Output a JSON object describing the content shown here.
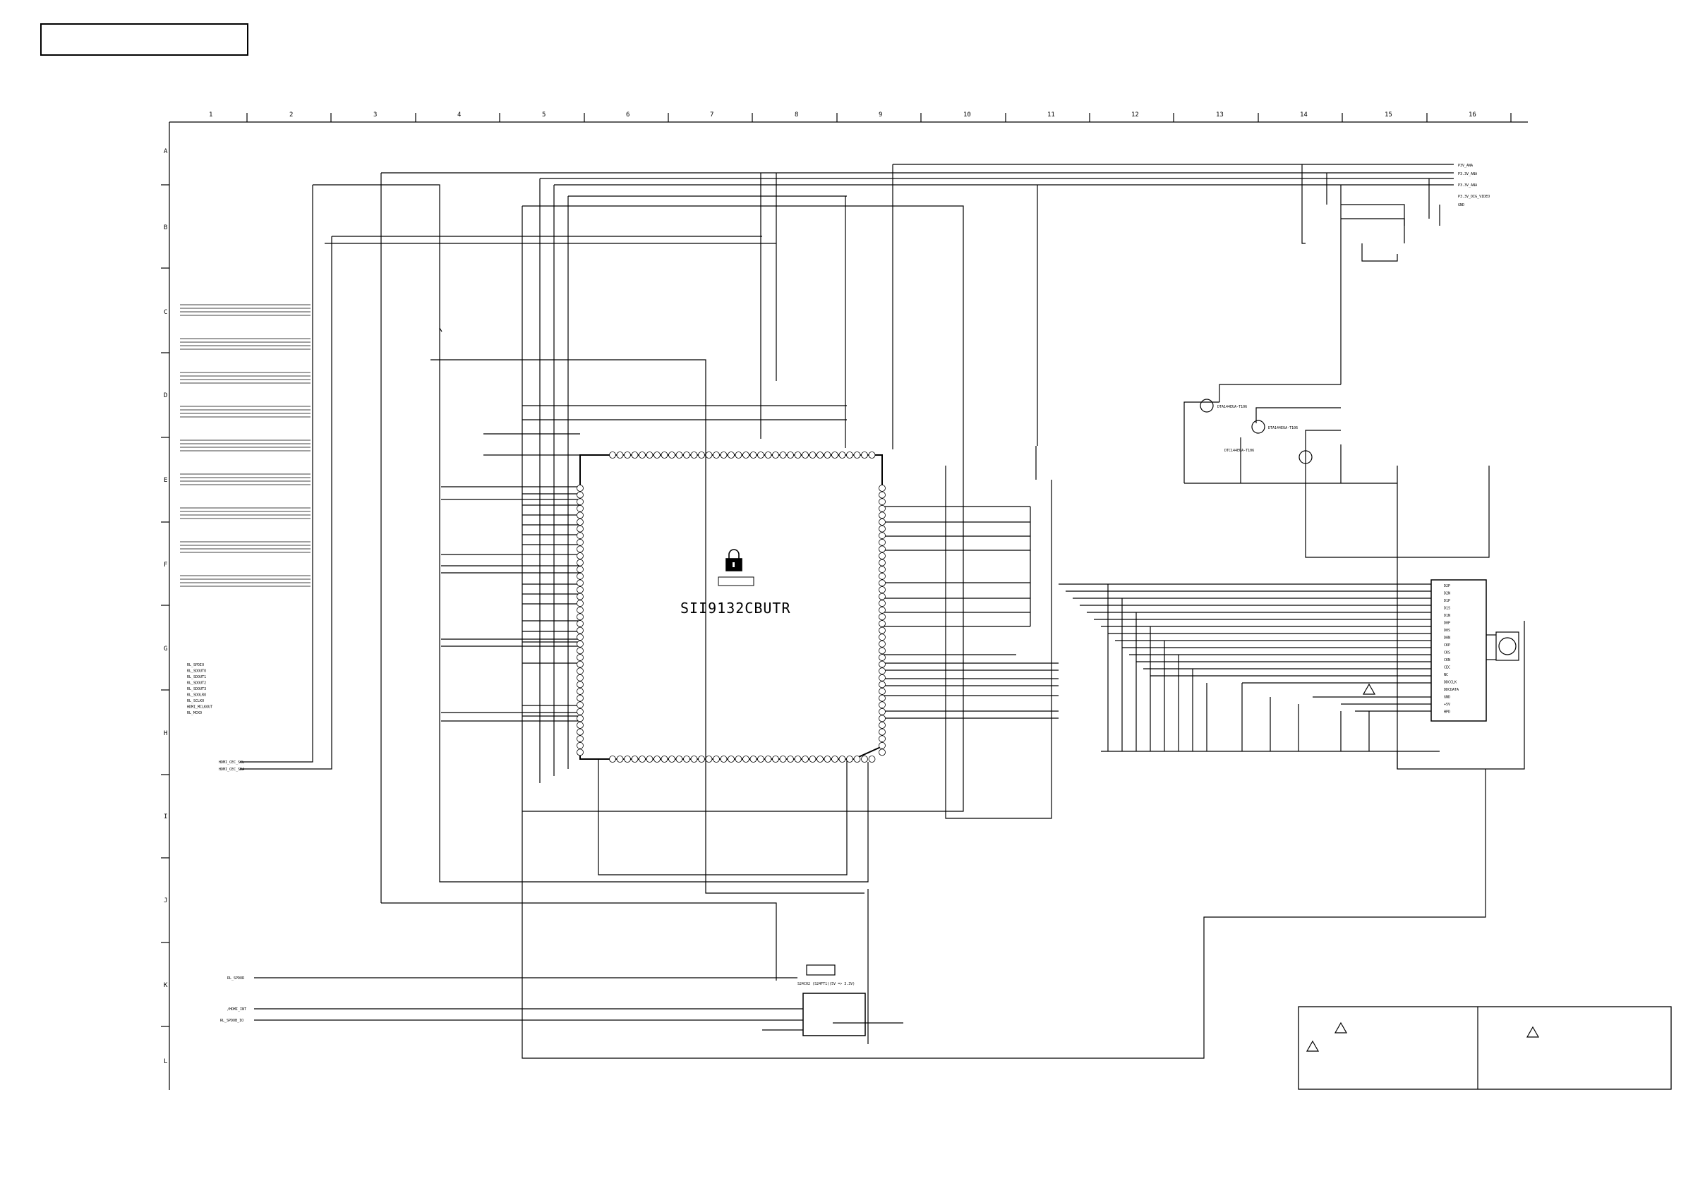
{
  "sheet": {
    "title_box_text": "",
    "columns": [
      "1",
      "2",
      "3",
      "4",
      "5",
      "6",
      "7",
      "8",
      "9",
      "10",
      "11",
      "12",
      "13",
      "14",
      "15",
      "16"
    ],
    "rows": [
      "A",
      "B",
      "C",
      "D",
      "E",
      "F",
      "G",
      "H",
      "I",
      "J",
      "K",
      "L"
    ]
  },
  "main_ic": {
    "part": "SII9132CBUTR"
  },
  "eeprom": {
    "label": "S24C02 (S24FT1)(5V => 3.3V)"
  },
  "left_labels": {
    "hdmi_cec": [
      "HDMI_CEC_SCL",
      "HDMI_CEC_SDA"
    ],
    "ports": [
      "RL_SPDOR",
      "/HDMI_INT",
      "RL_SPDOB_IO"
    ],
    "audio": [
      "RL_SPDIO",
      "RL_SDOUTO",
      "RL_SDOUT1",
      "RL_SDOUT2",
      "RL_SDOUT3",
      "RL_SDOLRO",
      "RL_SCLKO",
      "HDMI_MCLKOUT",
      "RL_MCKO"
    ]
  },
  "power_rails": [
    "P3V_ANA",
    "P3.3V_ANA",
    "P3.3V_ANA",
    "P3.3V_DIG_VIDEO",
    "GND"
  ],
  "transistors": [
    "DTA144EUA-T106",
    "DTA144EUA-T106",
    "DTC144EUA-T106"
  ],
  "connector_pins": [
    "D2P",
    "D2N",
    "D1P",
    "D1S",
    "D1N",
    "D0P",
    "D0S",
    "D0N",
    "CKP",
    "CKS",
    "CKN",
    "CEC",
    "NC",
    "DDCCLK",
    "DDCDATA",
    "GND",
    "+5V",
    "HPD"
  ],
  "legend": {
    "caution_symbol": "△"
  }
}
